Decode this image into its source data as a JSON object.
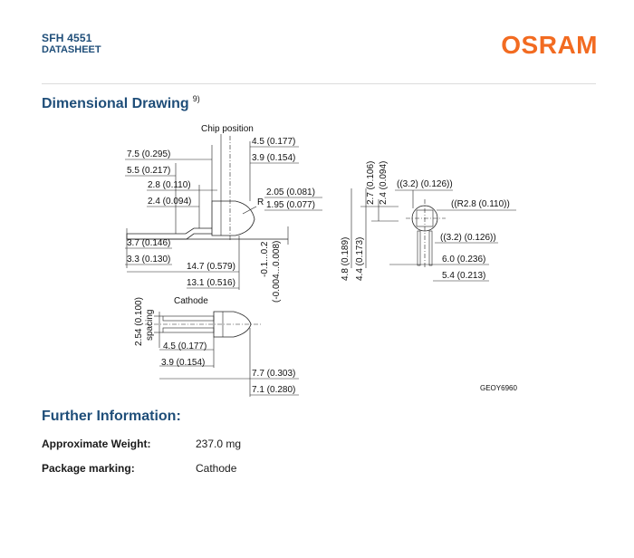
{
  "header": {
    "product": "SFH 4551",
    "doc_type": "DATASHEET",
    "brand": "OSRAM"
  },
  "section_drawing": {
    "title": "Dimensional Drawing",
    "footnote": "9)",
    "drawing_id": "GEOY6960",
    "labels": {
      "chip_position": "Chip position",
      "cathode": "Cathode",
      "spacing": "spacing",
      "d_7_5": "7.5 (0.295)",
      "d_5_5": "5.5 (0.217)",
      "d_2_8": "2.8 (0.110)",
      "d_2_4": "2.4 (0.094)",
      "d_4_5": "4.5 (0.177)",
      "d_3_9": "3.9 (0.154)",
      "r": "R",
      "d_2_05": "2.05 (0.081)",
      "d_1_95": "1.95 (0.077)",
      "d_3_7": "3.7 (0.146)",
      "d_3_3": "3.3 (0.130)",
      "d_14_7": "14.7 (0.579)",
      "d_13_1": "13.1 (0.516)",
      "d_tol1": "-0.1...0.2",
      "d_tol2": "(-0.004...0.008)",
      "d_2_54": "2.54 (0.100)",
      "d_4_5b": "4.5 (0.177)",
      "d_3_9b": "3.9 (0.154)",
      "d_7_7": "7.7 (0.303)",
      "d_7_1": "7.1 (0.280)",
      "d_2_7": "2.7 (0.106)",
      "d_2_4v": "2.4 (0.094)",
      "d_3_2a": "((3.2) (0.126))",
      "d_r2_8": "((R2.8 (0.110))",
      "d_3_2b": "((3.2) (0.126))",
      "d_4_8": "4.8 (0.189)",
      "d_4_4": "4.4 (0.173)",
      "d_6_0": "6.0 (0.236)",
      "d_5_4": "5.4 (0.213)"
    }
  },
  "section_info": {
    "title": "Further Information:",
    "rows": [
      {
        "label": "Approximate Weight:",
        "value": "237.0 mg"
      },
      {
        "label": "Package marking:",
        "value": "Cathode"
      }
    ]
  },
  "colors": {
    "brand_orange": "#f26b21",
    "heading_blue": "#1f4e79"
  }
}
